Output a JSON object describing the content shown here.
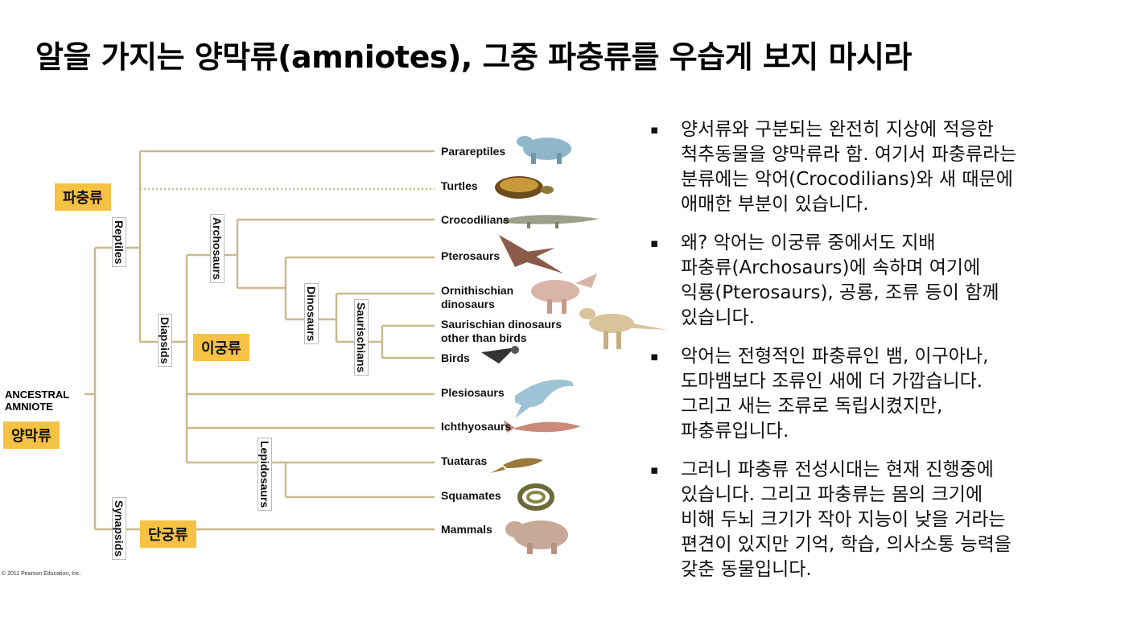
{
  "title": "알을 가지는 양막류(amniotes), 그중 파충류를 우습게 보지 마시라",
  "tree": {
    "ancestral": "ANCESTRAL\nAMNIOTE",
    "leaves": [
      "Parareptiles",
      "Turtles",
      "Crocodilians",
      "Pterosaurs",
      "Ornithischian\ndinosaurs",
      "Saurischian dinosaurs\nother than birds",
      "Birds",
      "Plesiosaurs",
      "Ichthyosaurs",
      "Tuataras",
      "Squamates",
      "Mammals"
    ],
    "clades": {
      "reptiles": "Reptiles",
      "synapsids": "Synapsids",
      "diapsids": "Diapsids",
      "archosaurs": "Archosaurs",
      "dinosaurs": "Dinosaurs",
      "saurischians": "Saurischians",
      "lepidosaurs": "Lepidosaurs"
    },
    "korean_labels": {
      "reptiles": "파충류",
      "diapsids": "이궁류",
      "amniotes": "양막류",
      "synapsids": "단궁류"
    },
    "copyright": "© 2011 Pearson Education, Inc."
  },
  "bullets": [
    "양서류와 구분되는 완전히 지상에 적응한\n척추동물을 양막류라 함. 여기서 파충류라는\n분류에는 악어(Crocodilians)와 새 때문에\n애매한 부분이 있습니다.",
    "왜? 악어는 이궁류 중에서도 지배\n파충류(Archosaurs)에 속하며 여기에\n익룡(Pterosaurs), 공룡, 조류 등이 함께\n있습니다.",
    "악어는 전형적인 파충류인 뱀, 이구아나,\n도마뱀보다 조류인 새에 더 가깝습니다.\n그리고 새는 조류로 독립시켰지만,\n파충류입니다.",
    "그러니 파충류 전성시대는 현재 진행중에\n있습니다. 그리고 파충류는 몸의 크기에\n비해 두뇌 크기가 작아 지능이 낮을 거라는\n편견이 있지만 기억, 학습, 의사소통 능력을\n갖춘 동물입니다."
  ],
  "bullet_marker": "▪",
  "colors": {
    "tree_line": "#c9b98e",
    "highlight": "#f6c244"
  }
}
